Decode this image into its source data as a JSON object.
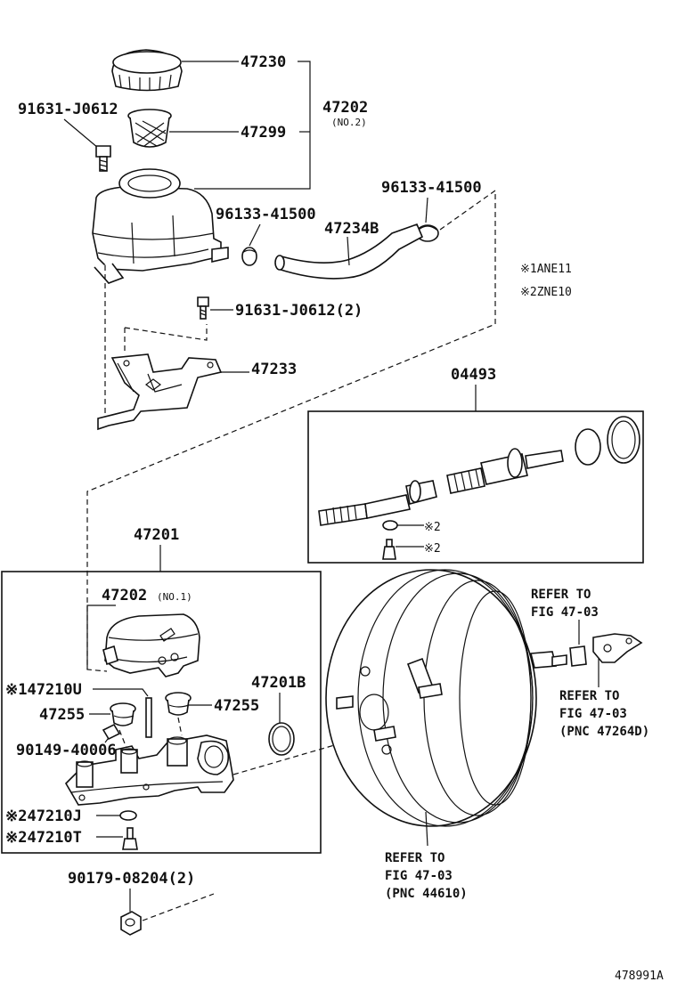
{
  "labels": {
    "p47230": "47230",
    "p47202": "47202",
    "p47202_note": "(NO.2)",
    "p47299": "47299",
    "p91631_a": "91631-J0612",
    "p96133_right": "96133-41500",
    "p96133_left": "96133-41500",
    "p47234b": "47234B",
    "p91631_b": "91631-J0612(2)",
    "p47233": "47233",
    "p04493": "04493",
    "kit_note_1": "※2",
    "kit_note_2": "※2",
    "p47201": "47201",
    "p47202_main": "47202",
    "p47202_main_note": "(NO.1)",
    "p47210u": "※147210U",
    "p47201b": "47201B",
    "p47255_left": "47255",
    "p47255_right": "47255",
    "p90149": "90149-40006",
    "p47210j": "※247210J",
    "p47210t": "※247210T",
    "p90179": "90179-08204(2)",
    "figure_id": "478991A"
  },
  "notes": {
    "legend_1": "※1ANE11",
    "legend_2": "※2ZNE10"
  },
  "references": {
    "ref_top_1": "REFER TO",
    "ref_top_2": "FIG 47-03",
    "ref_mid_1": "REFER TO",
    "ref_mid_2": "FIG 47-03",
    "ref_mid_3": "(PNC 47264D)",
    "ref_bot_1": "REFER TO",
    "ref_bot_2": "FIG 47-03",
    "ref_bot_3": "(PNC 44610)"
  }
}
